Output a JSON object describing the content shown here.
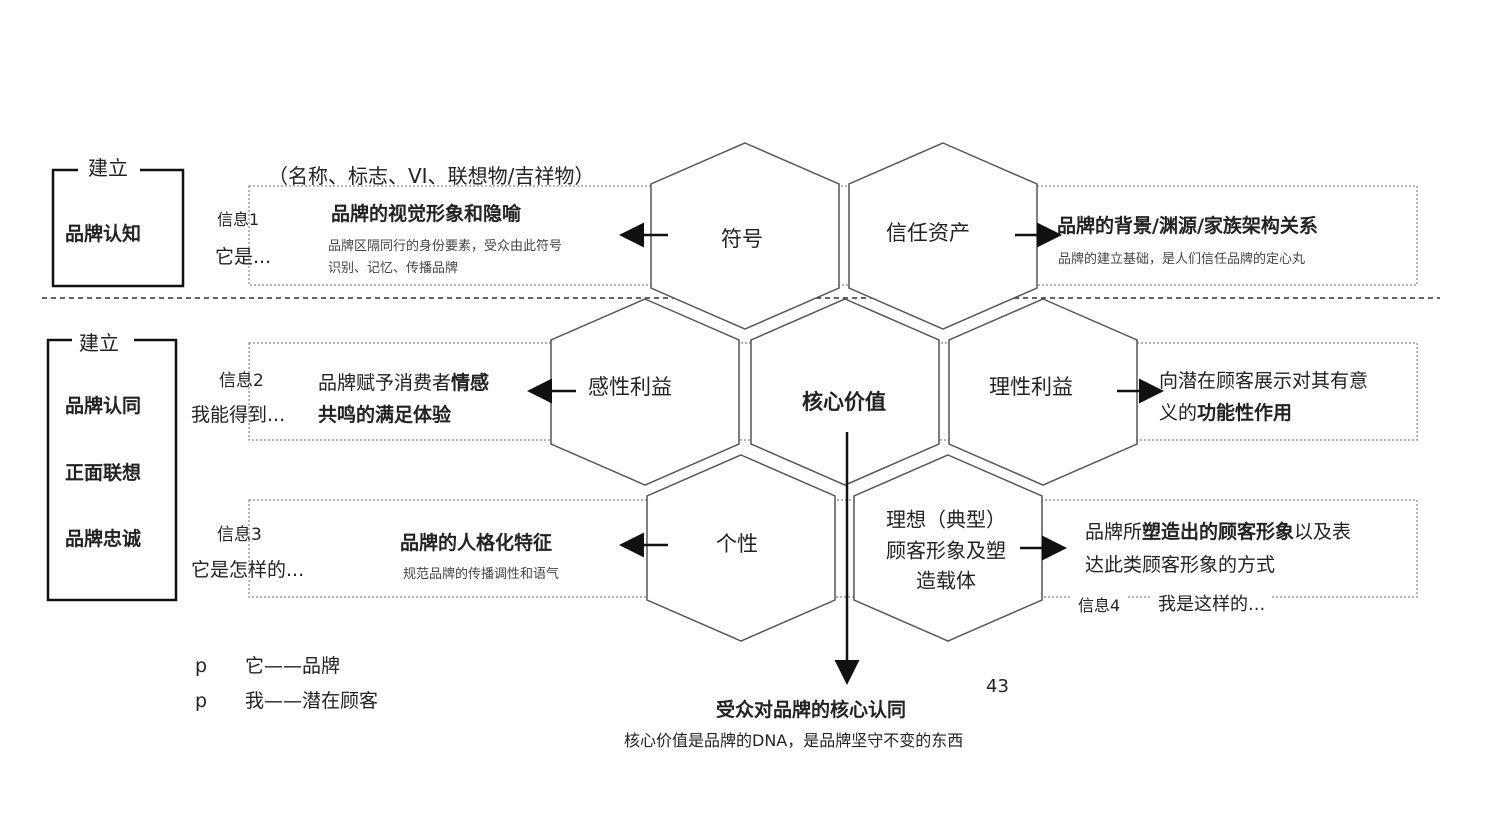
{
  "section1": {
    "badge_title": "建立",
    "badge_items": [
      "品牌认知"
    ],
    "bracket_note": "（名称、标志、VI、联想物/吉祥物）",
    "info_label": "信息1",
    "info_question": "它是...",
    "left_title": "品牌的视觉形象和隐喻",
    "left_desc_1": "品牌区隔同行的身份要素，受众由此符号",
    "left_desc_2": "识别、记忆、传播品牌",
    "hex_left": "符号",
    "hex_right": "信任资产",
    "right_title": "品牌的背景/渊源/家族架构关系",
    "right_desc": "品牌的建立基础，是人们信任品牌的定心丸"
  },
  "section2": {
    "badge_title": "建立",
    "badge_items": [
      "品牌认同",
      "正面联想",
      "品牌忠诚"
    ],
    "row1": {
      "info_label": "信息2",
      "info_question": "我能得到...",
      "left_text_1": "品牌赋予消费者",
      "left_text_1_bold": "情感",
      "left_text_2_bold": "共鸣的满足体验",
      "hex_left": "感性利益",
      "hex_center": "核心价值",
      "hex_right": "理性利益",
      "right_text_1": "向潜在顾客展示对其有意",
      "right_text_2": "义的",
      "right_text_2_bold": "功能性作用"
    },
    "row2": {
      "info_label": "信息3",
      "info_question": "它是怎样的...",
      "left_title": "品牌的人格化特征",
      "left_desc": "规范品牌的传播调性和语气",
      "hex_left": "个性",
      "hex_right_1": "理想（典型）",
      "hex_right_2": "顾客形象及塑",
      "hex_right_3": "造载体",
      "right_text_1a": "品牌所",
      "right_text_1_bold": "塑造出的顾客形象",
      "right_text_1b": "以及表",
      "right_text_2": "达此类顾客形象的方式",
      "info4_label": "信息4",
      "info4_question": "我是这样的..."
    }
  },
  "legend": [
    {
      "bullet": "p",
      "text": "它——品牌"
    },
    {
      "bullet": "p",
      "text": "我——潜在顾客"
    }
  ],
  "page_number": "43",
  "bottom_title": "受众对品牌的核心认同",
  "bottom_desc": "核心价值是品牌的DNA，是品牌坚守不变的东西"
}
